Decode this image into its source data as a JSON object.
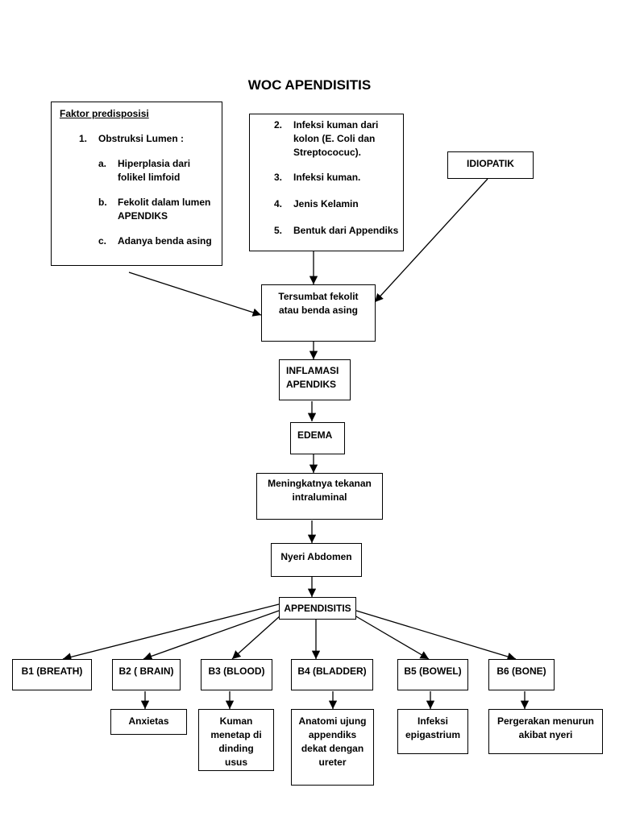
{
  "title": "WOC APENDISITIS",
  "predisposisi": {
    "heading": "Faktor predisposisi",
    "item1_num": "1.",
    "item1_text": "Obstruksi Lumen :",
    "sub": [
      {
        "label": "a.",
        "text": "Hiperplasia dari folikel limfoid"
      },
      {
        "label": "b.",
        "text": "Fekolit dalam lumen APENDIKS"
      },
      {
        "label": "c.",
        "text": "Adanya benda asing"
      }
    ]
  },
  "infeksi": [
    {
      "num": "2.",
      "text": "Infeksi kuman dari kolon (E. Coli dan Streptococuc)."
    },
    {
      "num": "3.",
      "text": "Infeksi kuman."
    },
    {
      "num": "4.",
      "text": "Jenis Kelamin"
    },
    {
      "num": "5.",
      "text": "Bentuk dari Appendiks"
    }
  ],
  "idiopatik": "IDIOPATIK",
  "tersumbat": "Tersumbat fekolit atau benda asing",
  "inflamasi": "INFLAMASI APENDIKS",
  "edema": "EDEMA",
  "tekanan": "Meningkatnya tekanan intraluminal",
  "nyeri": "Nyeri Abdomen",
  "appendisitis": "APPENDISITIS",
  "b_boxes": [
    "B1 (BREATH)",
    "B2 ( BRAIN)",
    "B3 (BLOOD)",
    "B4 (BLADDER)",
    "B5 (BOWEL)",
    "B6 (BONE)"
  ],
  "b_results": [
    "Anxietas",
    "Kuman menetap di dinding usus",
    "Anatomi ujung appendiks dekat dengan ureter",
    "Infeksi epigastrium",
    "Pergerakan menurun akibat nyeri"
  ]
}
